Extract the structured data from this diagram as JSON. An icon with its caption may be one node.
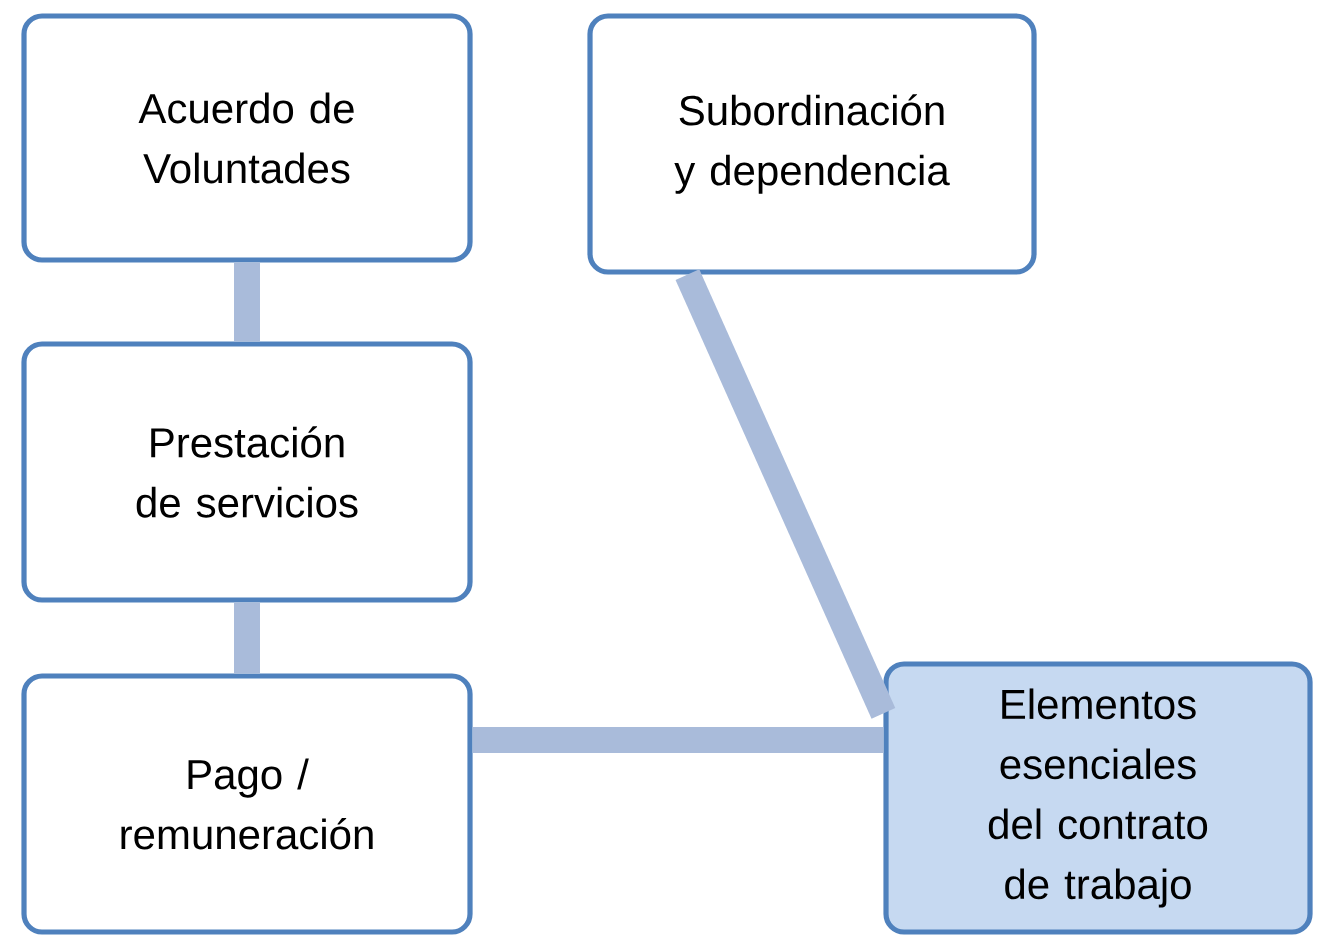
{
  "diagram": {
    "nodes": [
      {
        "text": [
          "Acuerdo de Voluntades"
        ]
      },
      {
        "text": [
          "Subordinación y dependencia"
        ]
      },
      {
        "text": [
          "Prestación de servicios"
        ]
      },
      {
        "text": [
          "Pago / remuneración"
        ]
      },
      {
        "text": [
          "Elementos esenciales del contrato de trabajo"
        ]
      }
    ],
    "edges": [
      {
        "from": 0,
        "to": 2,
        "arrow": "none"
      },
      {
        "from": 2,
        "to": 3,
        "arrow": "none"
      },
      {
        "from": 3,
        "to": 4,
        "arrow": "none"
      },
      {
        "from": 1,
        "to": 4,
        "arrow": "none"
      }
    ]
  }
}
